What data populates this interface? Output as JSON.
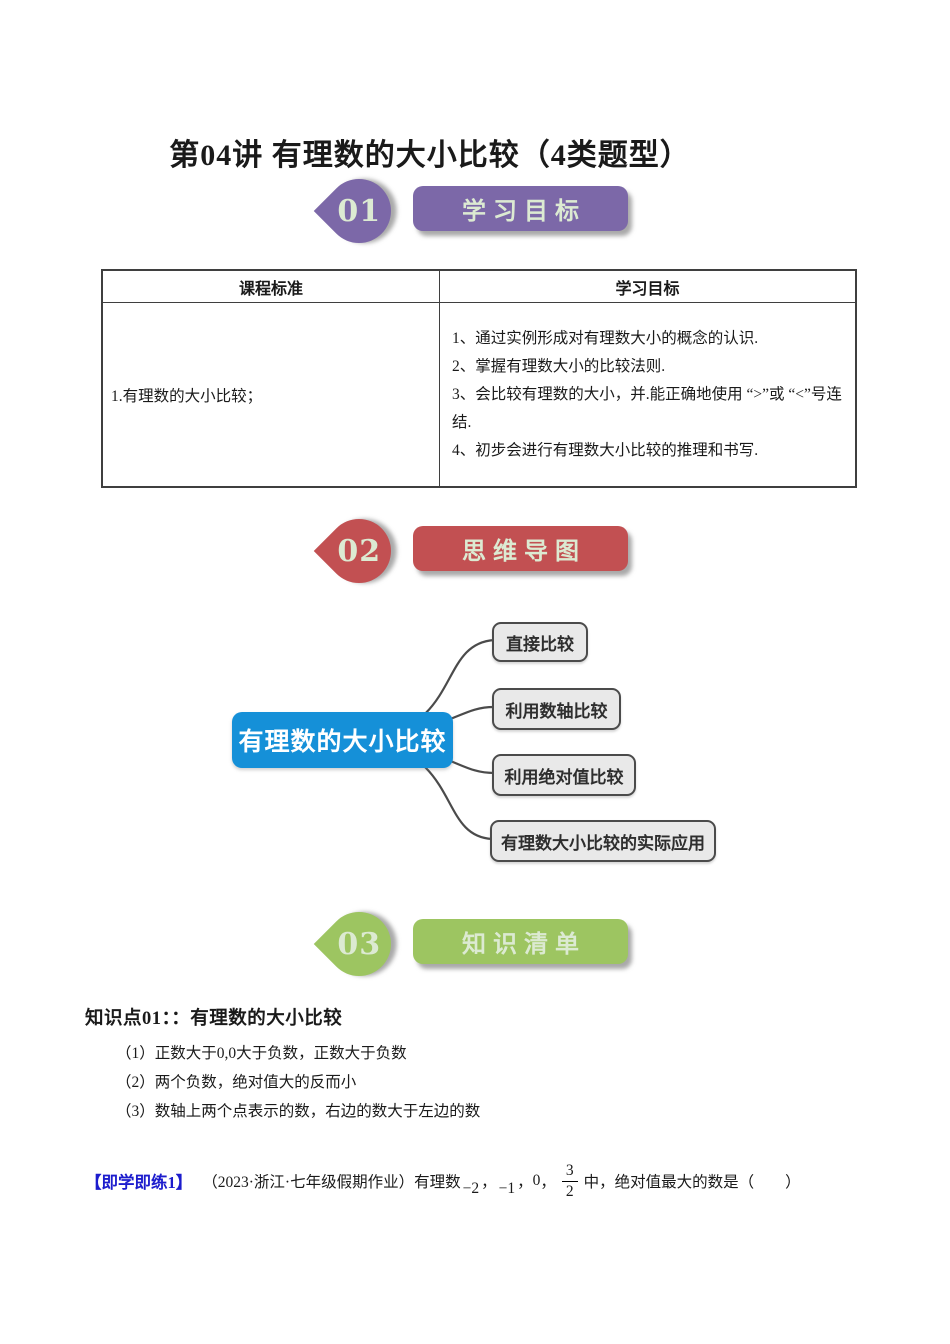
{
  "title": "第04讲 有理数的大小比较（4类题型）",
  "colors": {
    "purple": "#7c68a8",
    "red": "#c25052",
    "green": "#9dc561",
    "blue_node": "#1590d8",
    "label_blue": "#1c1ccd",
    "badge_text": "#dcead2"
  },
  "sections": [
    {
      "num": "01",
      "label": "学习目标",
      "color": "#7c68a8"
    },
    {
      "num": "02",
      "label": "思维导图",
      "color": "#c25052"
    },
    {
      "num": "03",
      "label": "知识清单",
      "color": "#9dc561"
    }
  ],
  "table": {
    "headers": [
      "课程标准",
      "学习目标"
    ],
    "standard": "1.有理数的大小比较；",
    "goals": [
      "1、通过实例形成对有理数大小的概念的认识.",
      "2、掌握有理数大小的比较法则.",
      "3、会比较有理数的大小，并.能正确地使用 “>”或 “<”号连结.",
      "4、初步会进行有理数大小比较的推理和书写."
    ]
  },
  "mindmap": {
    "root": "有理数的大小比较",
    "branches": [
      "直接比较",
      "利用数轴比较",
      "利用绝对值比较",
      "有理数大小比较的实际应用"
    ]
  },
  "knowledge": {
    "heading": "知识点01：：有理数的大小比较",
    "items": [
      "（1）正数大于0,0大于负数，正数大于负数",
      "（2）两个负数，绝对值大的反而小",
      "（3）数轴上两个点表示的数，右边的数大于左边的数"
    ]
  },
  "practice": {
    "label": "【即学即练1】",
    "intro": "（2023·浙江·七年级假期作业）有理数",
    "n1": "−2",
    "comma": "，",
    "n2": "−1",
    "n3": "0",
    "frac_num": "3",
    "frac_den": "2",
    "tail": "中，绝对值最大的数是（　　）"
  }
}
